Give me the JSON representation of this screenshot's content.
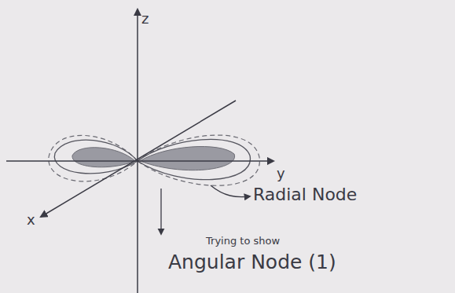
{
  "diagram": {
    "labels": [
      "z",
      "y",
      "x",
      "Radial Node",
      "Trying to show",
      "Angular Node (1)"
    ]
  }
}
